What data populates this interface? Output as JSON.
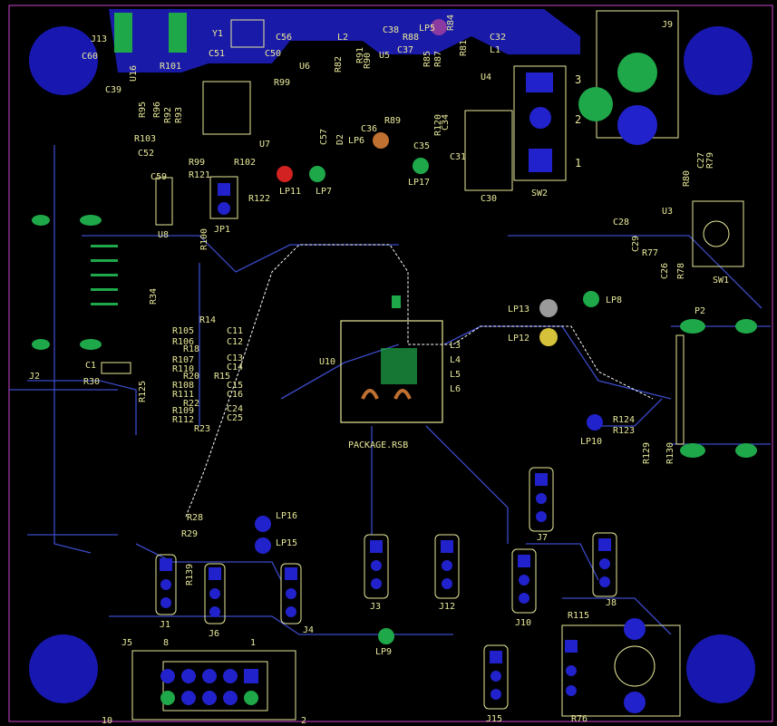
{
  "board": {
    "package_label": "PACKAGE.RSB",
    "colors": {
      "background": "#000000",
      "silkscreen": "#e8e89a",
      "copper_top": "#1a1aa8",
      "trace_blue": "#3b4ac8",
      "outline": "#ffffff",
      "pad_green": "#1fa84a",
      "pad_blue": "#2222cc",
      "red": "#d22222",
      "orange": "#c07030",
      "purple": "#8a3aa0",
      "yellow": "#d6c23a",
      "grey": "#9a9a9a"
    }
  },
  "labels": {
    "J13": "J13",
    "C60": "C60",
    "C39": "C39",
    "U16": "U16",
    "R101": "R101",
    "Y1": "Y1",
    "C51": "C51",
    "C50": "C50",
    "C56": "C56",
    "L2": "L2",
    "C38": "C38",
    "LP5": "LP5",
    "R88": "R88",
    "R84": "R84",
    "C32": "C32",
    "L1": "L1",
    "U6": "U6",
    "R82": "R82",
    "R91": "R91",
    "R90": "R90",
    "U5": "U5",
    "C37": "C37",
    "R85": "R85",
    "R87": "R87",
    "R81": "R81",
    "U4": "U4",
    "R99": "R99",
    "R95": "R95",
    "R96": "R96",
    "R92": "R92",
    "R93": "R93",
    "R103": "R103",
    "C52": "C52",
    "U7": "U7",
    "C57": "C57",
    "D2": "D2",
    "LP6": "LP6",
    "C36": "C36",
    "R89": "R89",
    "R120": "R120",
    "C34": "C34",
    "C35": "C35",
    "C31": "C31",
    "C30": "C30",
    "SW2": "SW2",
    "LP17": "LP17",
    "R99b": "R99",
    "R102": "R102",
    "C59": "C59",
    "R121": "R121",
    "LP11": "LP11",
    "LP7": "LP7",
    "R122": "R122",
    "U8": "U8",
    "R100": "R100",
    "JP1": "JP1",
    "J9": "J9",
    "C27": "C27",
    "R79": "R79",
    "R80": "R80",
    "U3": "U3",
    "C28": "C28",
    "C29": "C29",
    "R77": "R77",
    "C26": "C26",
    "R78": "R78",
    "SW1": "SW1",
    "R34": "R34",
    "LP13": "LP13",
    "LP8": "LP8",
    "LP12": "LP12",
    "P2": "P2",
    "R14": "R14",
    "R105": "R105",
    "R106": "R106",
    "R18": "R18",
    "R107": "R107",
    "R110": "R110",
    "R20": "R20",
    "R108": "R108",
    "R111": "R111",
    "R22": "R22",
    "R109": "R109",
    "R112": "R112",
    "R23": "R23",
    "C11": "C11",
    "C12": "C12",
    "C13": "C13",
    "C14": "C14",
    "R15": "R15",
    "C15": "C15",
    "C16": "C16",
    "C24": "C24",
    "C25": "C25",
    "C1": "C1",
    "R30": "R30",
    "R125": "R125",
    "J2": "J2",
    "U10": "U10",
    "L3": "L3",
    "L4": "L4",
    "L5": "L5",
    "L6": "L6",
    "LP10": "LP10",
    "R124": "R124",
    "R123": "R123",
    "R129": "R129",
    "R130": "R130",
    "J7": "J7",
    "R28": "R28",
    "R29": "R29",
    "LP16": "LP16",
    "LP15": "LP15",
    "R139": "R139",
    "J1": "J1",
    "J6": "J6",
    "J4": "J4",
    "J3": "J3",
    "J12": "J12",
    "J10": "J10",
    "J8": "J8",
    "R115": "R115",
    "LP9": "LP9",
    "J5": "J5",
    "J15": "J15",
    "R76": "R76",
    "num_3": "3",
    "num_2": "2",
    "num_1": "1",
    "j5_pin8": "8",
    "j5_pin1": "1",
    "j5_pin10": "10",
    "j5_pin2": "2"
  }
}
